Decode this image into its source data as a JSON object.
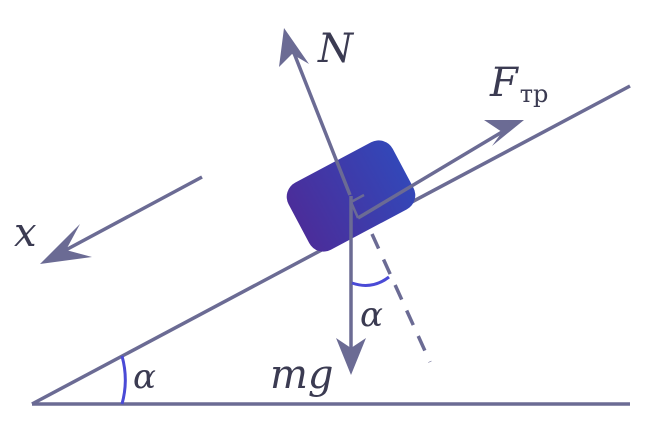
{
  "labels": {
    "normal_force": "N",
    "friction_main": "F",
    "friction_sub": "тр",
    "gravity": "mg",
    "axis_x": "x",
    "angle_base": "α",
    "angle_block": "α"
  },
  "colors": {
    "line": "#6b6b94",
    "angle_arc": "#4a4ad6",
    "block_left": "#4b2d9a",
    "block_right": "#3347b8",
    "text": "#3b3b52"
  }
}
